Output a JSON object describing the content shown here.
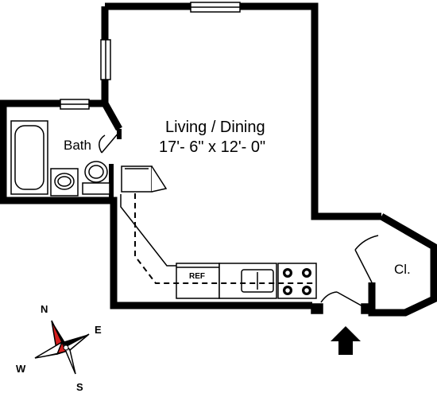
{
  "rooms": {
    "living": {
      "name": "Living / Dining",
      "dimensions": "17'- 6\" x 12'- 0\""
    },
    "bath": {
      "name": "Bath"
    },
    "closet": {
      "name": "Cl."
    }
  },
  "appliances": {
    "refrigerator": "REF"
  },
  "compass": {
    "north": "N",
    "east": "E",
    "south": "S",
    "west": "W"
  }
}
